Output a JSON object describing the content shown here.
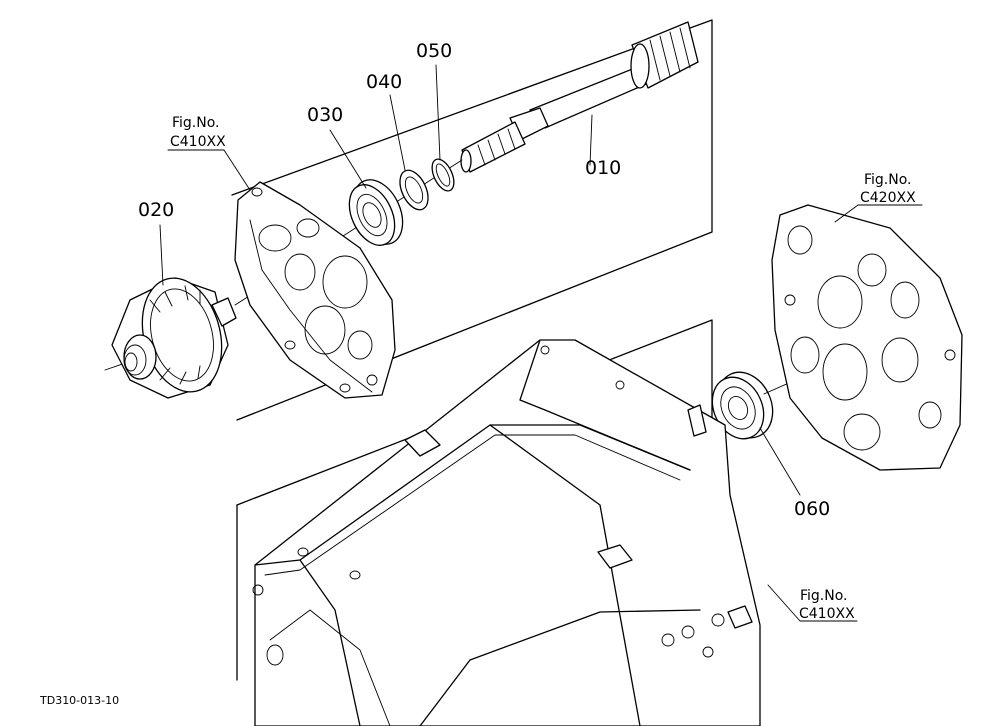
{
  "parts": [
    {
      "callout": "010"
    },
    {
      "callout": "020"
    },
    {
      "callout": "030"
    },
    {
      "callout": "040"
    },
    {
      "callout": "050"
    },
    {
      "callout": "060"
    }
  ],
  "figure_refs": [
    {
      "label": "Fig.No.",
      "code": "C410XX"
    },
    {
      "label": "Fig.No.",
      "code": "C420XX"
    },
    {
      "label": "Fig.No.",
      "code": "C410XX"
    }
  ],
  "drawing_code": "TD310-013-10"
}
